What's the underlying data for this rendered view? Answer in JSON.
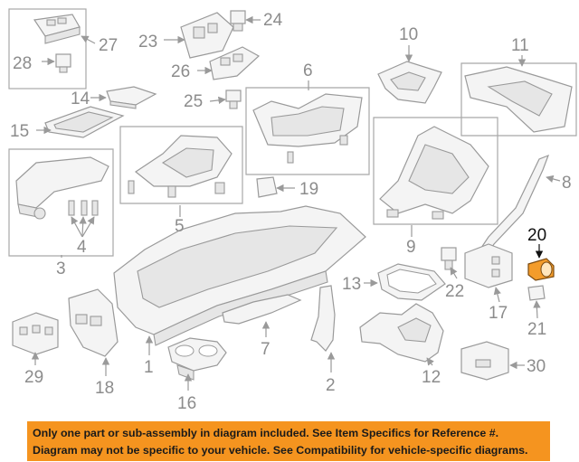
{
  "callouts": [
    {
      "id": "27",
      "label": "27"
    },
    {
      "id": "28",
      "label": "28"
    },
    {
      "id": "23",
      "label": "23"
    },
    {
      "id": "24",
      "label": "24"
    },
    {
      "id": "26",
      "label": "26"
    },
    {
      "id": "25",
      "label": "25"
    },
    {
      "id": "14",
      "label": "14"
    },
    {
      "id": "15",
      "label": "15"
    },
    {
      "id": "10",
      "label": "10"
    },
    {
      "id": "11",
      "label": "11"
    },
    {
      "id": "6",
      "label": "6"
    },
    {
      "id": "5",
      "label": "5"
    },
    {
      "id": "3",
      "label": "3"
    },
    {
      "id": "4",
      "label": "4"
    },
    {
      "id": "19",
      "label": "19"
    },
    {
      "id": "9",
      "label": "9"
    },
    {
      "id": "8",
      "label": "8"
    },
    {
      "id": "20",
      "label": "20"
    },
    {
      "id": "13",
      "label": "13"
    },
    {
      "id": "22",
      "label": "22"
    },
    {
      "id": "17",
      "label": "17"
    },
    {
      "id": "21",
      "label": "21"
    },
    {
      "id": "29",
      "label": "29"
    },
    {
      "id": "18",
      "label": "18"
    },
    {
      "id": "1",
      "label": "1"
    },
    {
      "id": "16",
      "label": "16"
    },
    {
      "id": "7",
      "label": "7"
    },
    {
      "id": "2",
      "label": "2"
    },
    {
      "id": "12",
      "label": "12"
    },
    {
      "id": "30",
      "label": "30"
    }
  ],
  "highlight_part": "20",
  "colors": {
    "highlight": "#f39c2b",
    "notice_background": "#f5941f",
    "label": "#8c8c8c"
  },
  "notice": {
    "line1": "Only one part or sub-assembly in diagram included. See Item Specifics for Reference #.",
    "line2": "Diagram may not be specific to your vehicle. See Compatibility for vehicle-specific diagrams."
  }
}
